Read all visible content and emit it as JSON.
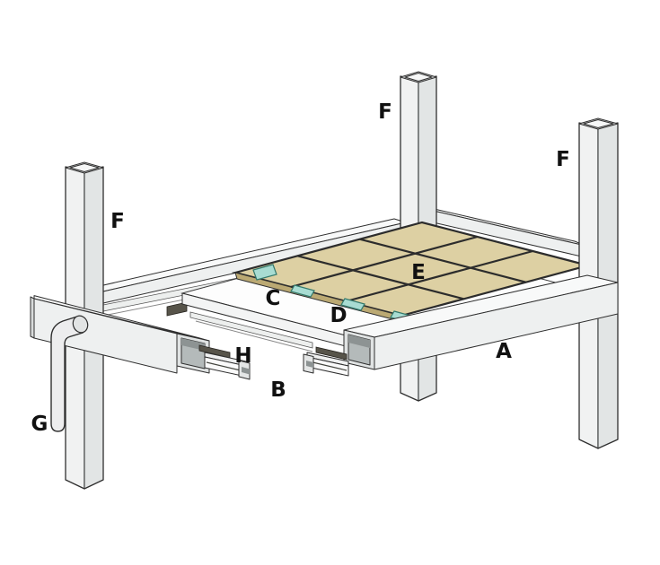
{
  "diagram": {
    "colors": {
      "tile": "#ddd0a3",
      "tile_edge": "#bba973",
      "clip": "#a8dcd2",
      "clip_border": "#33796c",
      "metal_light": "#f1f2f2",
      "slide_pad": "#57544a",
      "outline": "#2f2f2f",
      "background": "#ffffff"
    },
    "labels": [
      {
        "id": "front-rail",
        "text": "A"
      },
      {
        "id": "slide-channel-right",
        "text": "B"
      },
      {
        "id": "pullout-board",
        "text": "C"
      },
      {
        "id": "tile-clip",
        "text": "D"
      },
      {
        "id": "tile",
        "text": "E"
      },
      {
        "id": "leg-post-left",
        "text": "F"
      },
      {
        "id": "leg-post-rear",
        "text": "F"
      },
      {
        "id": "leg-post-right",
        "text": "F"
      },
      {
        "id": "hanging-bar",
        "text": "G"
      },
      {
        "id": "slide-channel-left",
        "text": "H"
      }
    ]
  }
}
